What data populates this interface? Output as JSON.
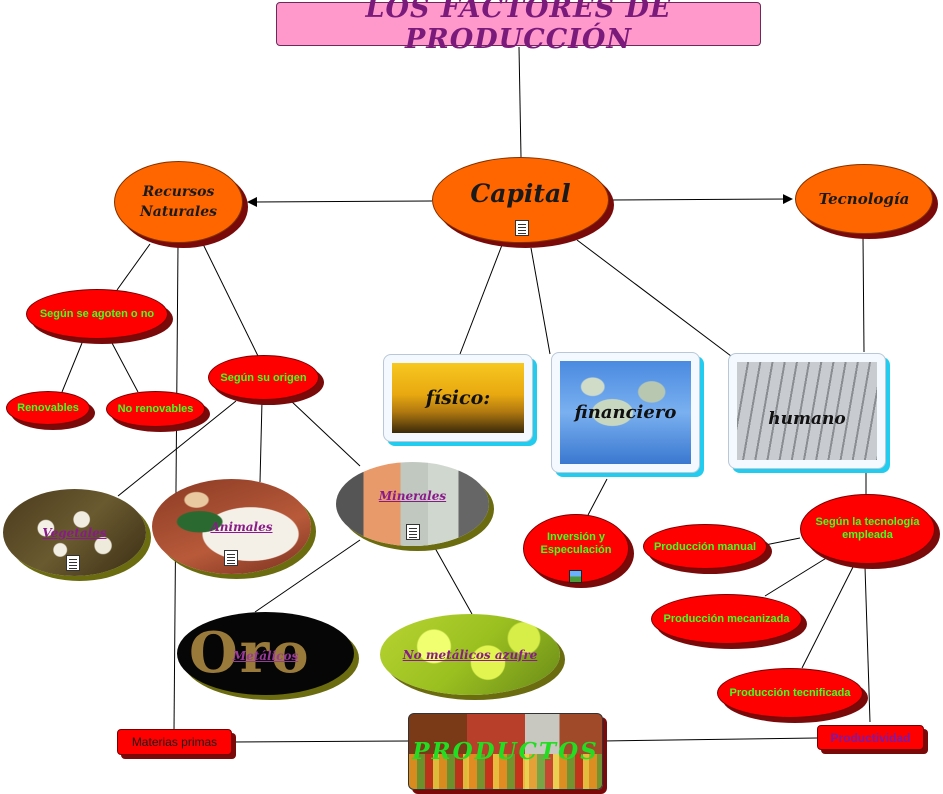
{
  "title": "LOS FACTORES DE PRODUCCIÓN",
  "nodes": {
    "capital": "Capital",
    "recursos": "Recursos Naturales",
    "tecnologia": "Tecnología",
    "agoten": "Según se agoten o no",
    "renovables": "Renovables",
    "no_renovables": "No renovables",
    "origen": "Según su origen",
    "vegetales": "Vegetales",
    "animales": "Animales",
    "minerales": "Minerales",
    "metalicos": "Metálicos",
    "no_metalicos": "No metálicos azufre",
    "fisico": "físico:",
    "financiero": "financiero",
    "humano": "humano",
    "inversion": "Inversión y Especulación",
    "segun_tecnologia": "Según la tecnología empleada",
    "manual": "Producción manual",
    "mecanizada": "Producción mecanizada",
    "tecnificada": "Producción tecnificada",
    "materias": "Materias primas",
    "productividad": "Productividad",
    "productos": "PRODUCTOS",
    "oro": "Oro"
  },
  "colors": {
    "title_bg": "#ff99cc",
    "orange_node": "#ff6600",
    "red_node": "#ff0000",
    "green_text": "#44ff22",
    "purple_text": "#8a1a8a"
  },
  "icons": [
    "document-icon",
    "image-icon"
  ]
}
